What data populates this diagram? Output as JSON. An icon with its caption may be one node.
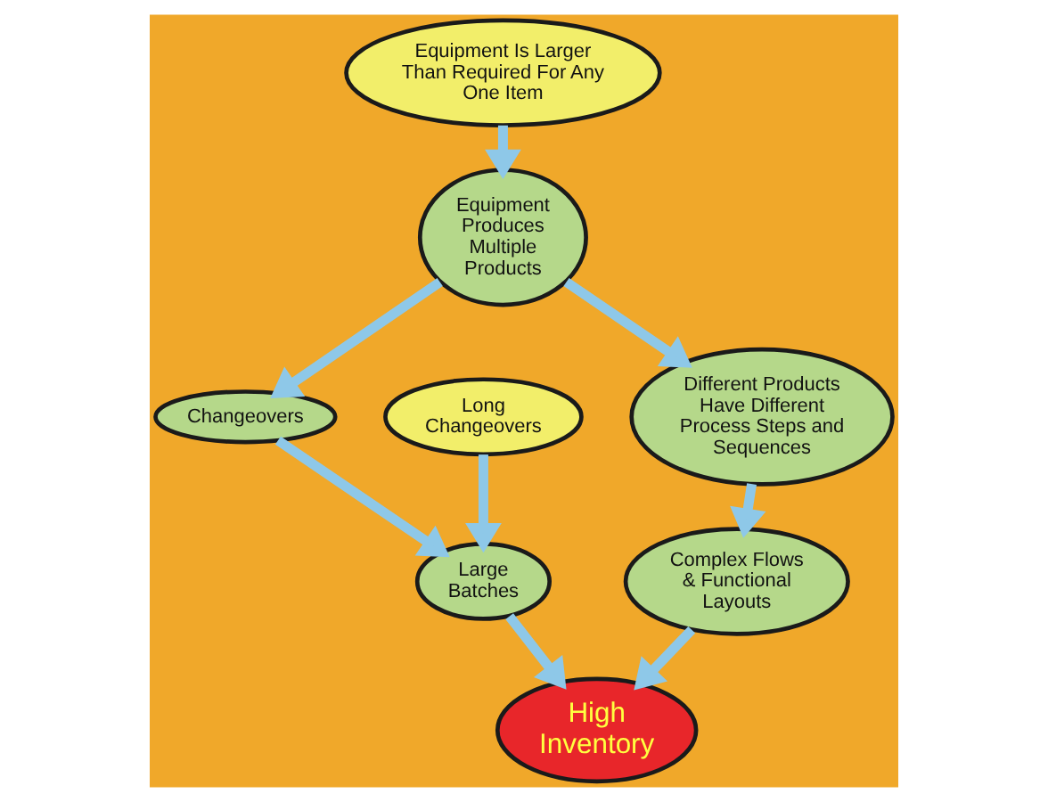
{
  "diagram": {
    "nodes": [
      {
        "text": [
          "Equipment Is Larger Than Required For Any One Item"
        ]
      },
      {
        "text": [
          "Equipment Produces Multiple Products"
        ]
      },
      {
        "text": [
          "Changeovers"
        ]
      },
      {
        "text": [
          "Long Changeovers"
        ]
      },
      {
        "text": [
          "Large Batches"
        ]
      },
      {
        "text": [
          "Different Products Have Different Process Steps and Sequences"
        ]
      },
      {
        "text": [
          "Complex Flows & Functional Layouts"
        ]
      },
      {
        "text": [
          "High Inventory"
        ]
      }
    ],
    "edges": [
      {
        "from": 0,
        "to": 1,
        "arrow": "to"
      },
      {
        "from": 1,
        "to": 2,
        "arrow": "to"
      },
      {
        "from": 2,
        "to": 4,
        "arrow": "to"
      },
      {
        "from": 3,
        "to": 4,
        "arrow": "to"
      },
      {
        "from": 4,
        "to": 7,
        "arrow": "to"
      },
      {
        "from": 1,
        "to": 5,
        "arrow": "to"
      },
      {
        "from": 5,
        "to": 6,
        "arrow": "to"
      },
      {
        "from": 6,
        "to": 7,
        "arrow": "to"
      }
    ]
  }
}
